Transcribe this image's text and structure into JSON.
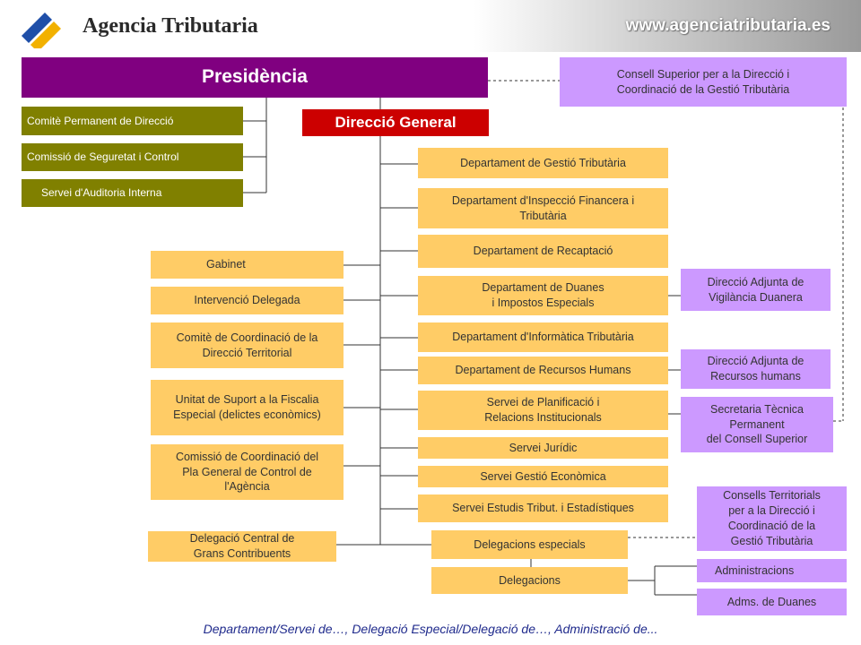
{
  "header": {
    "brand": "Agencia Tributaria",
    "url": "www.agenciatributaria.es"
  },
  "colors": {
    "purple": "#800080",
    "red": "#cc0000",
    "olive": "#808000",
    "orange": "#ffcc66",
    "lavender": "#cc99ff"
  },
  "presidencia": "Presidència",
  "consell_superior": "Consell Superior per a la Direcció i\nCoordinació de la Gestió Tributària",
  "direccio_general": "Direcció General",
  "olive_boxes": [
    "Comitè Permanent de Direcció",
    "Comissió de Seguretat i Control",
    "Servei d'Auditoria Interna"
  ],
  "left_boxes": [
    "Gabinet",
    "Intervenció Delegada",
    "Comitè de Coordinació de la\nDirecció Territorial",
    "Unitat de Suport a la Fiscalia\nEspecial (delictes econòmics)",
    "Comissió de Coordinació del\nPla General de Control de\nl'Agència",
    "Delegació Central de\nGrans Contribuents"
  ],
  "center_boxes": [
    "Departament de Gestió Tributària",
    "Departament d'Inspecció Financera i\nTributària",
    "Departament de Recaptació",
    "Departament de Duanes\ni Impostos Especials",
    "Departament d'Informàtica Tributària",
    "Departament de Recursos Humans",
    "Servei de Planificació i\nRelacions Institucionals",
    "Servei Jurídic",
    "Servei Gestió Econòmica",
    "Servei Estudis Tribut. i Estadístiques",
    "Delegacions especials",
    "Delegacions"
  ],
  "right_boxes": [
    "Direcció Adjunta de\nVigilància Duanera",
    "Direcció Adjunta de\nRecursos humans",
    "Secretaria Tècnica\nPermanent\ndel Consell Superior",
    "Consells Territorials\nper a la Direcció i\nCoordinació de la\nGestió Tributària",
    "Administracions",
    "Adms. de Duanes"
  ],
  "footer": "Departament/Servei de…, Delegació Especial/Delegació de…, Administració de..."
}
